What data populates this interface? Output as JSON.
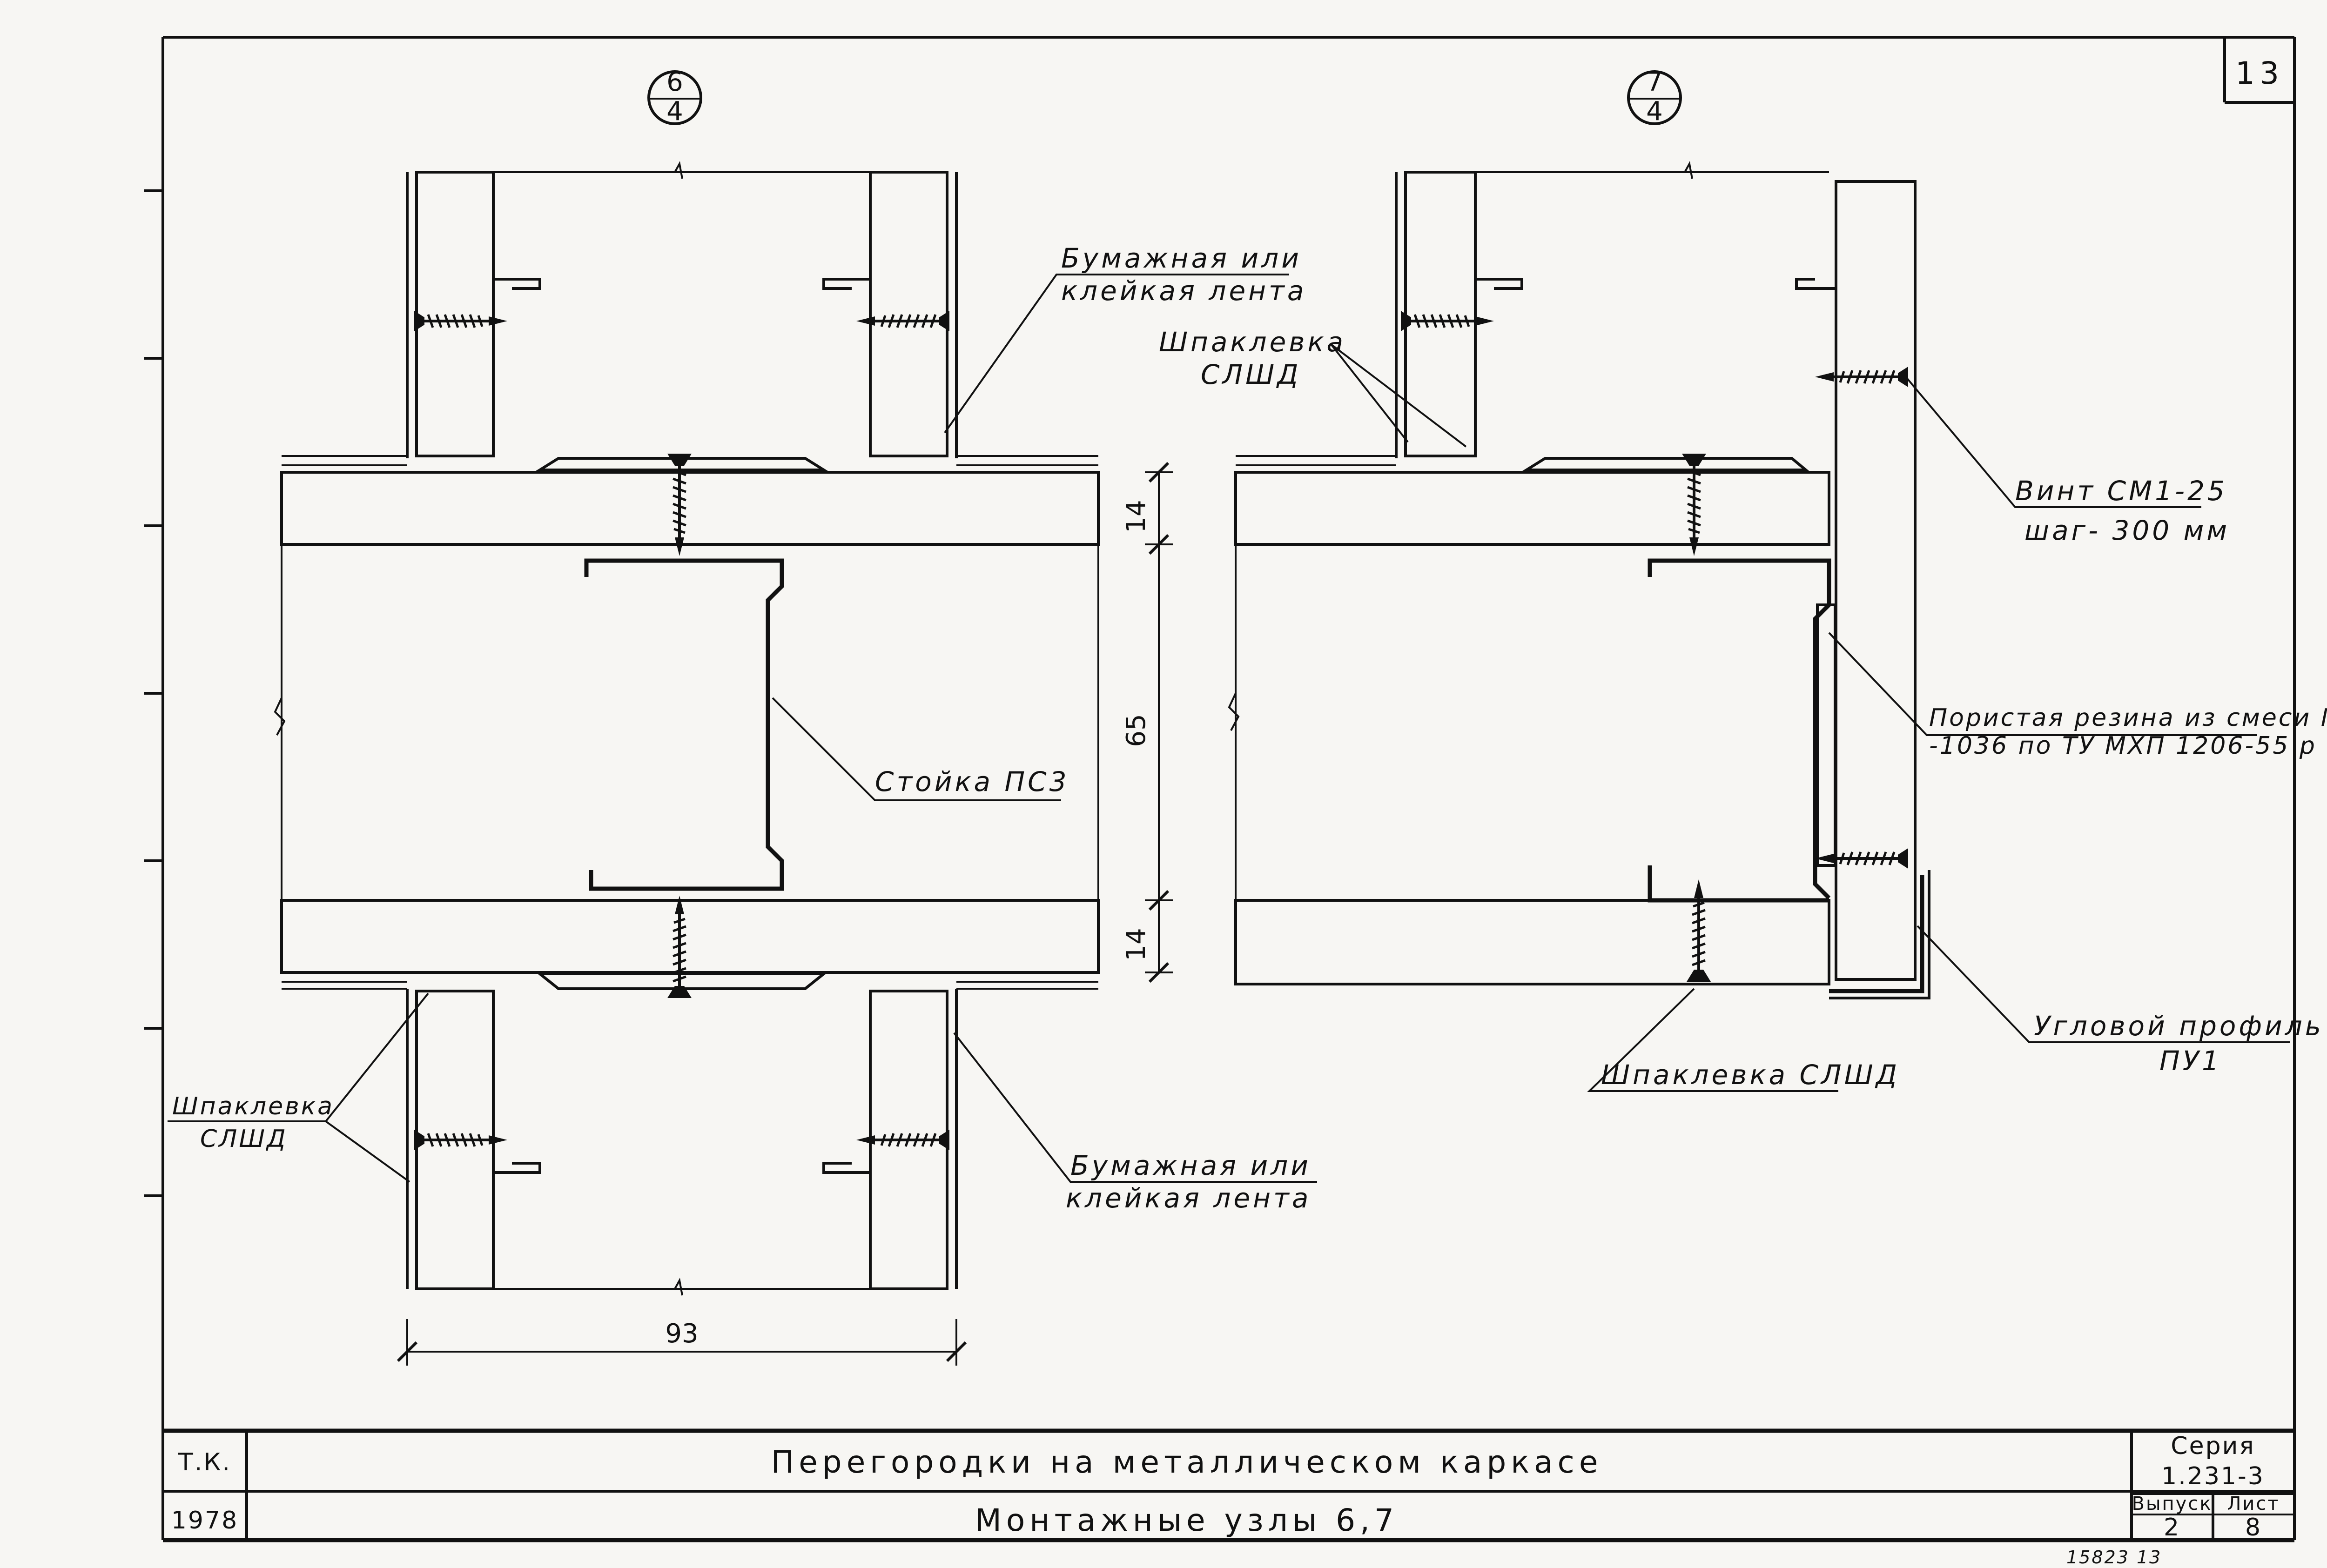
{
  "sheet_number": "13",
  "node_marks": {
    "left": {
      "top": "6",
      "bottom": "4"
    },
    "right": {
      "top": "7",
      "bottom": "4"
    }
  },
  "labels": {
    "paper_tape_top": [
      "Бумажная или",
      "клейкая лента"
    ],
    "putty_left_bottom": [
      "Шпаклевка",
      "СЛШД"
    ],
    "paper_tape_bottom": [
      "Бумажная или",
      "клейкая лента"
    ],
    "stud": "Стойка ПС3",
    "putty_right_top": [
      "Шпаклевка",
      "СЛШД"
    ],
    "screw": [
      "Винт СМ1-25",
      "шаг- 300 мм"
    ],
    "rubber": [
      "Пористая резина из смеси МРП",
      "-1036 по ТУ МХП 1206-55 р"
    ],
    "putty_right_bottom": "Шпаклевка СЛШД",
    "corner_profile": [
      "Угловой профиль",
      "ПУ1"
    ]
  },
  "dimensions": {
    "top_layer": "14",
    "middle": "65",
    "bottom_layer": "14",
    "width": "93"
  },
  "title_block": {
    "developer": "Т.К.",
    "year": "1978",
    "title": "Перегородки на металлическом каркасе",
    "subtitle": "Монтажные узлы 6,7",
    "series_label": "Серия",
    "series_value": "1.231-3",
    "issue_label": "Выпуск",
    "issue_value": "2",
    "sheet_label": "Лист",
    "sheet_value": "8"
  },
  "footer_note": "15823    13",
  "icons": [
    "screw-icon",
    "rubber-hatch",
    "foam-stipple"
  ]
}
